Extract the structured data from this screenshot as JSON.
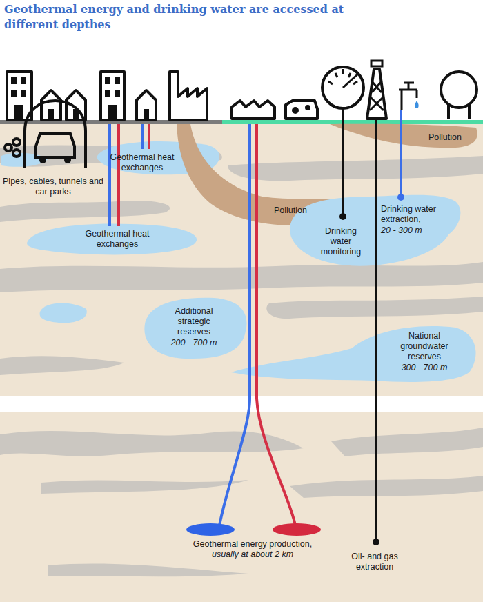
{
  "diagram": {
    "title": "Geothermal energy and drinking water are accessed at different depthes",
    "nodes": [
      {
        "text": [
          "Pollution"
        ]
      },
      {
        "text": [
          "Geothermal heat exchanges"
        ]
      },
      {
        "text": [
          "Pollution"
        ]
      },
      {
        "text": [
          "Geothermal heat exchanges"
        ]
      },
      {
        "text": [
          "Drinking water monitoring",
          "Drinking water extraction,",
          "20 - 300 m"
        ]
      },
      {
        "text": [
          "Additional strategic reserves",
          "200 - 700 m"
        ]
      },
      {
        "text": [
          "National groundwater reserves",
          "300 - 700 m"
        ]
      }
    ],
    "labels": [
      "Pipes, cables, tunnels and car parks",
      "Geothermal energy production,",
      "usually at about 2 km",
      "Oil- and gas extraction"
    ]
  }
}
